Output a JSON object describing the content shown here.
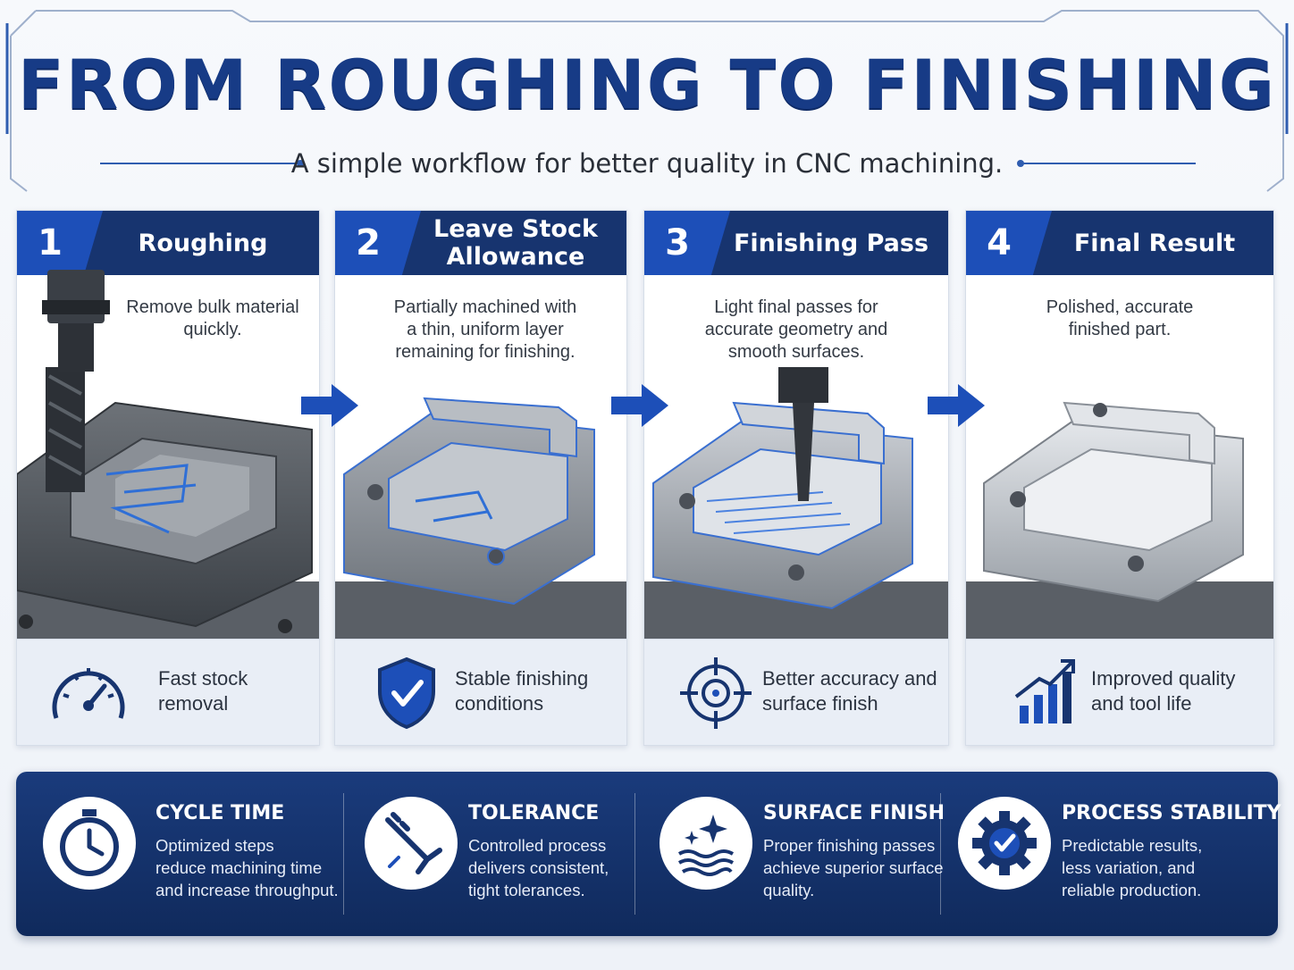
{
  "header": {
    "title": "FROM ROUGHING TO FINISHING",
    "subtitle": "A simple workflow for better quality in CNC machining."
  },
  "steps": [
    {
      "number": "1",
      "title": "Roughing",
      "description": "Remove bulk material quickly.",
      "benefit": "Fast stock removal",
      "icon": "speedometer-icon"
    },
    {
      "number": "2",
      "title": "Leave Stock Allowance",
      "description": "Partially machined with a thin, uniform layer remaining for finishing.",
      "benefit": "Stable finishing conditions",
      "icon": "shield-check-icon"
    },
    {
      "number": "3",
      "title": "Finishing Pass",
      "description": "Light final passes for accurate geometry and smooth surfaces.",
      "benefit": "Better accuracy and surface finish",
      "icon": "target-icon"
    },
    {
      "number": "4",
      "title": "Final Result",
      "description": "Polished, accurate finished part.",
      "benefit": "Improved quality and tool life",
      "icon": "bar-chart-up-icon"
    }
  ],
  "metrics": [
    {
      "title": "CYCLE TIME",
      "lines": [
        "Optimized steps",
        "reduce machining time",
        "and increase throughput."
      ],
      "icon": "stopwatch-icon"
    },
    {
      "title": "TOLERANCE",
      "lines": [
        "Controlled process",
        "delivers consistent,",
        "tight tolerances."
      ],
      "icon": "caliper-icon"
    },
    {
      "title": "SURFACE FINISH",
      "lines": [
        "Proper finishing passes",
        "achieve superior surface",
        "quality."
      ],
      "icon": "sparkle-waves-icon"
    },
    {
      "title": "PROCESS STABILITY",
      "lines": [
        "Predictable results,",
        "less variation, and",
        "reliable production."
      ],
      "icon": "gear-check-icon"
    }
  ],
  "colors": {
    "navy": "#17346f",
    "accent_blue": "#1d4fb8",
    "title_blue": "#173b86",
    "panel_bg": "#e9eef6"
  }
}
